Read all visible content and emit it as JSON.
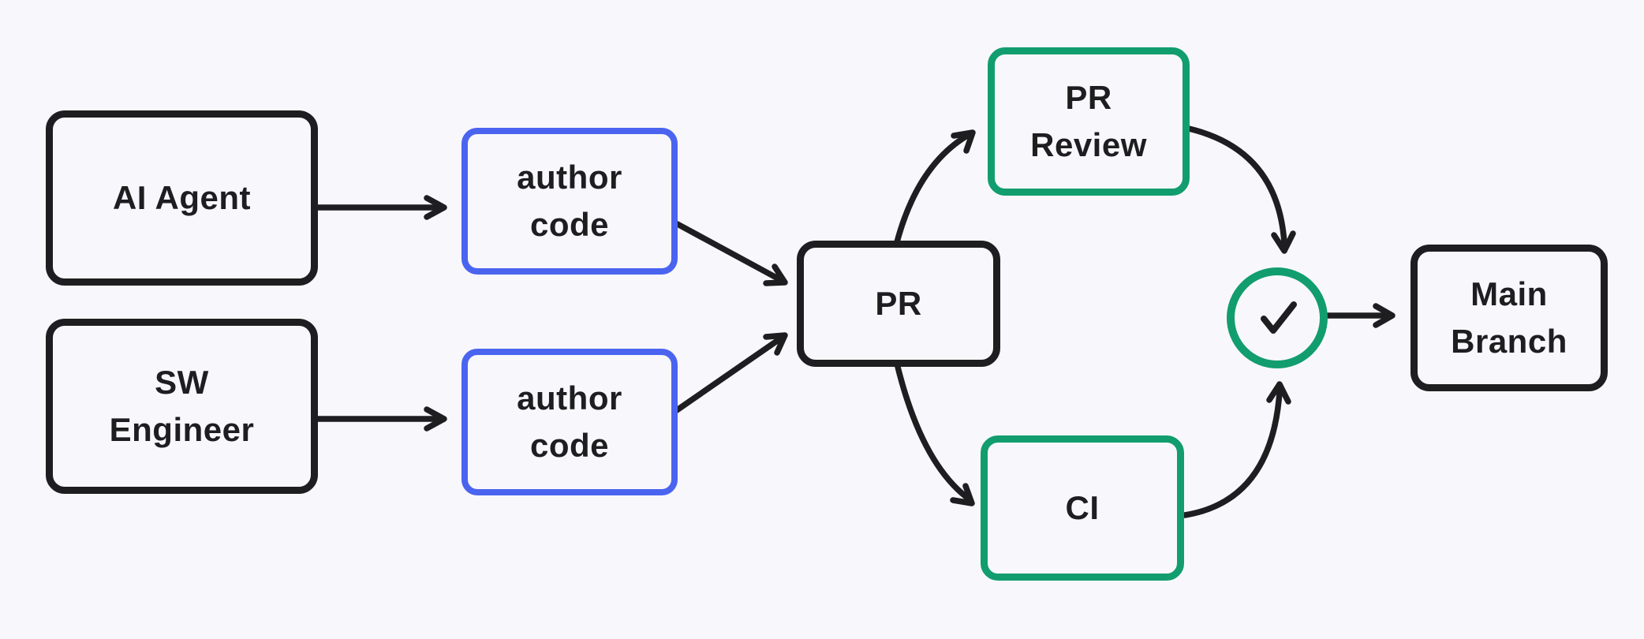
{
  "colors": {
    "background": "#f8f8fc",
    "ink": "#1e1e20",
    "blue": "#4a64f0",
    "green": "#129d6e"
  },
  "nodes": {
    "ai_agent": {
      "label": "AI Agent"
    },
    "sw_engineer": {
      "label": "SW\nEngineer"
    },
    "author_code_top": {
      "label": "author\ncode"
    },
    "author_code_bottom": {
      "label": "author\ncode"
    },
    "pr": {
      "label": "PR"
    },
    "pr_review": {
      "label": "PR\nReview"
    },
    "ci": {
      "label": "CI"
    },
    "approval": {
      "icon": "checkmark"
    },
    "main_branch": {
      "label": "Main\nBranch"
    }
  },
  "edges": [
    {
      "from": "AI Agent",
      "to": "author code (top)"
    },
    {
      "from": "SW Engineer",
      "to": "author code (bottom)"
    },
    {
      "from": "author code (top)",
      "to": "PR"
    },
    {
      "from": "author code (bottom)",
      "to": "PR"
    },
    {
      "from": "PR",
      "to": "PR Review"
    },
    {
      "from": "PR",
      "to": "CI"
    },
    {
      "from": "PR Review",
      "to": "approval check"
    },
    {
      "from": "CI",
      "to": "approval check"
    },
    {
      "from": "approval check",
      "to": "Main Branch"
    }
  ]
}
